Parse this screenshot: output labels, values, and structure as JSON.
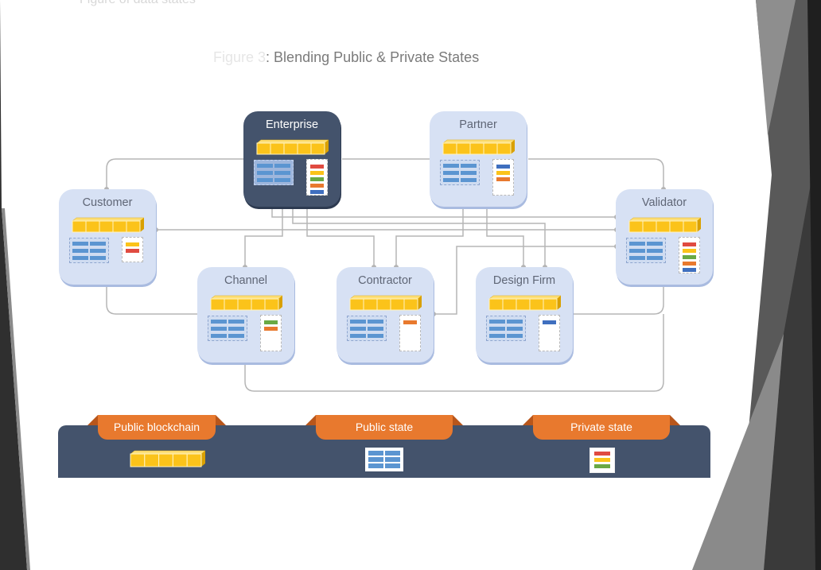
{
  "top_caption": "Figure of data states",
  "title": {
    "faded_prefix": "Figure 3",
    "text": ": Blending Public & Private States"
  },
  "colors": {
    "node_light": "#d7e1f4",
    "node_dark": "#44536c",
    "chain_yellow": "#fbc31a",
    "public_blue": "#5b95d1",
    "legend_bar": "#44536c",
    "legend_tab": "#e8792e",
    "connector": "#b5b5b5",
    "red": "#e04b41",
    "yellow": "#fbc31a",
    "green": "#6aa944",
    "orange": "#e8792e",
    "blue": "#3f6fbf"
  },
  "nodes": [
    {
      "id": "enterprise",
      "label": "Enterprise",
      "style": "dark",
      "private_entries": [
        "red",
        "yellow",
        "green",
        "orange",
        "blue"
      ]
    },
    {
      "id": "partner",
      "label": "Partner",
      "style": "light",
      "private_entries": [
        "blue",
        "yellow",
        "orange"
      ]
    },
    {
      "id": "customer",
      "label": "Customer",
      "style": "light",
      "private_entries": [
        "yellow",
        "red"
      ]
    },
    {
      "id": "validator",
      "label": "Validator",
      "style": "light",
      "private_entries": [
        "red",
        "yellow",
        "green",
        "orange",
        "blue"
      ]
    },
    {
      "id": "channel",
      "label": "Channel",
      "style": "light",
      "private_entries": [
        "green",
        "orange"
      ]
    },
    {
      "id": "contractor",
      "label": "Contractor",
      "style": "light",
      "private_entries": [
        "orange"
      ]
    },
    {
      "id": "design-firm",
      "label": "Design Firm",
      "style": "light",
      "private_entries": [
        "blue"
      ]
    }
  ],
  "connections": [
    [
      "customer",
      "enterprise"
    ],
    [
      "enterprise",
      "partner"
    ],
    [
      "partner",
      "validator"
    ],
    [
      "customer",
      "validator"
    ],
    [
      "enterprise",
      "validator"
    ],
    [
      "enterprise",
      "channel"
    ],
    [
      "enterprise",
      "contractor"
    ],
    [
      "enterprise",
      "design-firm"
    ],
    [
      "partner",
      "contractor"
    ],
    [
      "partner",
      "design-firm"
    ],
    [
      "contractor",
      "validator"
    ],
    [
      "design-firm",
      "validator"
    ],
    [
      "customer",
      "channel"
    ],
    [
      "channel",
      "validator"
    ]
  ],
  "legend": {
    "items": [
      {
        "label": "Public blockchain",
        "icon": "blockchain-icon"
      },
      {
        "label": "Public state",
        "icon": "public-state-icon"
      },
      {
        "label": "Private state",
        "icon": "private-state-icon",
        "entries": [
          "red",
          "yellow",
          "green"
        ]
      }
    ]
  }
}
